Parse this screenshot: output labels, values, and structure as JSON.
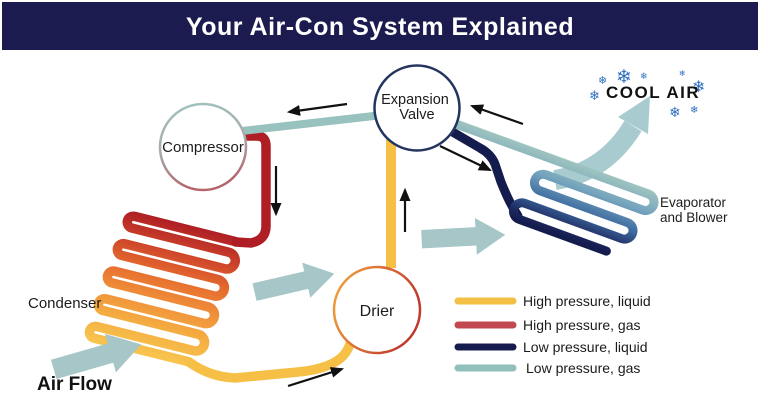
{
  "title": "Your Air-Con System Explained",
  "nodes": {
    "compressor": "Compressor",
    "expansion_valve": {
      "line1": "Expansion",
      "line2": "Valve"
    },
    "drier": "Drier"
  },
  "labels": {
    "condenser": "Condenser",
    "air_flow": "Air Flow",
    "cool_air": "COOL AIR",
    "evaporator": {
      "line1": "Evaporator",
      "line2": "and Blower"
    }
  },
  "legend": {
    "items": [
      {
        "label": "High pressure, liquid",
        "color": "#f3bf45"
      },
      {
        "label": "High pressure, gas",
        "color": "#c2494f"
      },
      {
        "label": "Low pressure, liquid",
        "color": "#171c4e"
      },
      {
        "label": "Low pressure, gas",
        "color": "#8fc0ba"
      }
    ]
  },
  "colors": {
    "title_bar": "#1b1b4f",
    "title_text": "#ffffff",
    "pipe_high_pressure_liquid": "#f6bf45",
    "pipe_high_pressure_gas": "#ae1e24",
    "pipe_low_pressure_liquid": "#141b4d",
    "pipe_low_pressure_gas": "#97c2bd",
    "air_flow_arrow": "#a6c6c7",
    "cool_air_arrow": "#a8cbd0",
    "snowflake": "#2e6fc0",
    "flow_arrow_black": "#111111"
  },
  "icons": {
    "snowflake": "❄"
  }
}
